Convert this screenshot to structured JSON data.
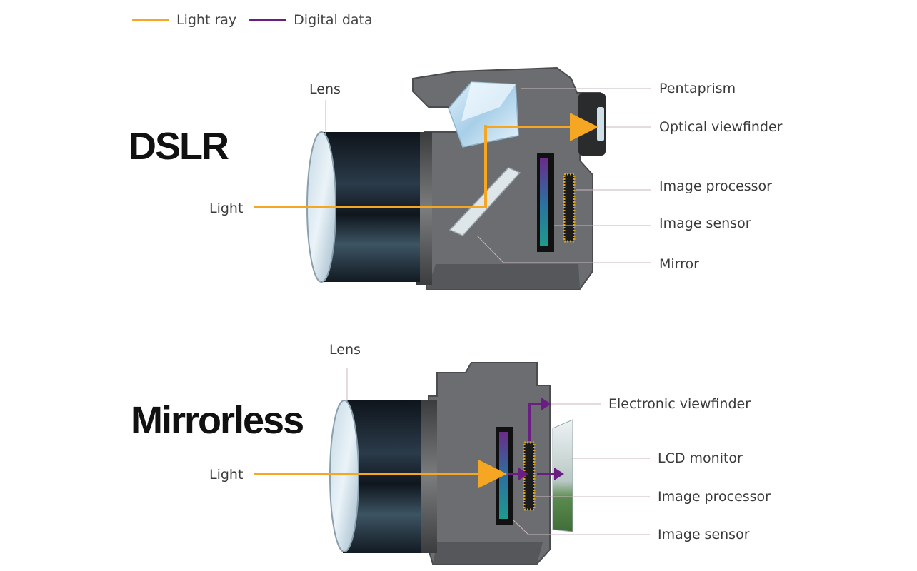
{
  "legend": {
    "light_ray": "Light ray",
    "digital_data": "Digital data"
  },
  "colors": {
    "light": "#f5a623",
    "digital": "#6b1e82",
    "body": "#6b6d70",
    "body_dark": "#505254",
    "lens_dark": "#1c2630"
  },
  "dslr": {
    "title": "DSLR",
    "lens": "Lens",
    "light": "Light",
    "pentaprism": "Pentaprism",
    "optical_viewfinder": "Optical viewfinder",
    "image_processor": "Image processor",
    "image_sensor": "Image sensor",
    "mirror": "Mirror"
  },
  "mirrorless": {
    "title": "Mirrorless",
    "lens": "Lens",
    "light": "Light",
    "electronic_viewfinder": "Electronic viewfinder",
    "lcd_monitor": "LCD monitor",
    "image_processor": "Image processor",
    "image_sensor": "Image sensor"
  }
}
